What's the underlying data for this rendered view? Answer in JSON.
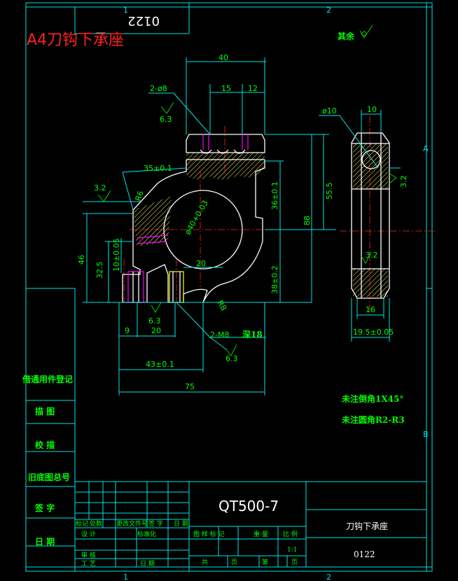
{
  "drawing": {
    "title_overlay": "A4刀钩下承座",
    "drawing_no_mirrored": "0122",
    "surface_rest": "其余",
    "zone_numbers": [
      "1",
      "2"
    ],
    "zone_letters": [
      "A",
      "B"
    ]
  },
  "dimensions": {
    "width_40": "40",
    "d15": "15",
    "d12": "12",
    "d10": "10",
    "phi10": "ø10",
    "holes_2_phi8": "2-ø8",
    "r6_3a": "6.3",
    "d35": "35±0.1",
    "r3_2a": "3.2",
    "r6": "R6",
    "bore": "ø40+0.03",
    "d36": "36±0.1",
    "d55_5": "55.5",
    "d88": "88",
    "d46": "46",
    "d32_5": "32.5",
    "d10_fit": "10±0.05",
    "d20_inner": "20",
    "d38": "38±0.2",
    "r8": "R8",
    "r6_3b": "6.3",
    "d9": "9",
    "d20": "20",
    "thread": "2-M8",
    "thread_depth": "深18",
    "r6_3c": "6.3",
    "d43": "43±0.1",
    "d75": "75",
    "r3_2b": "3.2",
    "r3_2c": "3.2",
    "d16": "16",
    "d19_5": "19.5±0.05"
  },
  "notes": {
    "chamfer": "未注倒角1X45°",
    "fillet": "未注圆角R2-R3"
  },
  "left_column": {
    "items": [
      "借通用件登记",
      "描 图",
      "校 描",
      "旧底图总号",
      "签 字",
      "日 期"
    ]
  },
  "title_block": {
    "material": "QT500-7",
    "part_name": "刀钩下承座",
    "drawing_no": "0122",
    "scale_value": "1:1",
    "row_labels": [
      "标记",
      "处数",
      "更改文件号",
      "签 字",
      "日 期"
    ],
    "col_labels": [
      "设 计",
      "标准化"
    ],
    "review_labels": [
      "审 核",
      "工 艺",
      "日 期"
    ],
    "stage_labels": [
      "图 样 标 记",
      "重 量",
      "比 例"
    ],
    "sheet_labels": [
      "共",
      "页",
      "第",
      "页"
    ]
  }
}
